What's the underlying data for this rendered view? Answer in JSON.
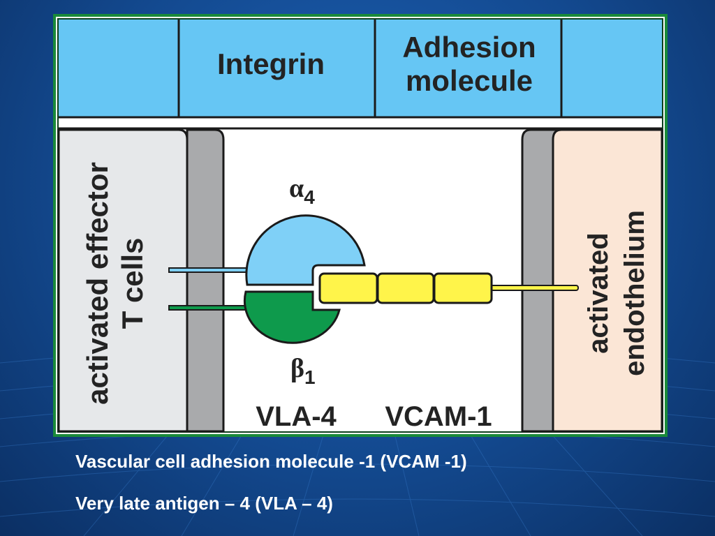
{
  "diagram": {
    "headers": {
      "integrin": "Integrin",
      "adhesion_line1": "Adhesion",
      "adhesion_line2": "molecule"
    },
    "left_panel": {
      "line1": "activated effector",
      "line2": "T cells"
    },
    "right_panel": {
      "line1": "activated",
      "line2": "endothelium"
    },
    "subunits": {
      "alpha": {
        "symbol": "α",
        "subscript": "4"
      },
      "beta": {
        "symbol": "β",
        "subscript": "1"
      }
    },
    "labels": {
      "vla": "VLA-4",
      "vcam": "VCAM-1"
    },
    "colors": {
      "header_bg": "#66c6f4",
      "frame_border": "#1a8a3a",
      "alpha_subunit": "#7fd0f7",
      "beta_subunit": "#0e9a4c",
      "vcam_domains": "#fff44a",
      "t_cell_panel": "#e6e8ea",
      "endothelium_panel": "#fbe6d6",
      "membrane": "#a9aaac"
    }
  },
  "captions": {
    "line1": "Vascular cell adhesion molecule -1 (VCAM -1)",
    "line2": "Very late antigen – 4 (VLA – 4)"
  }
}
